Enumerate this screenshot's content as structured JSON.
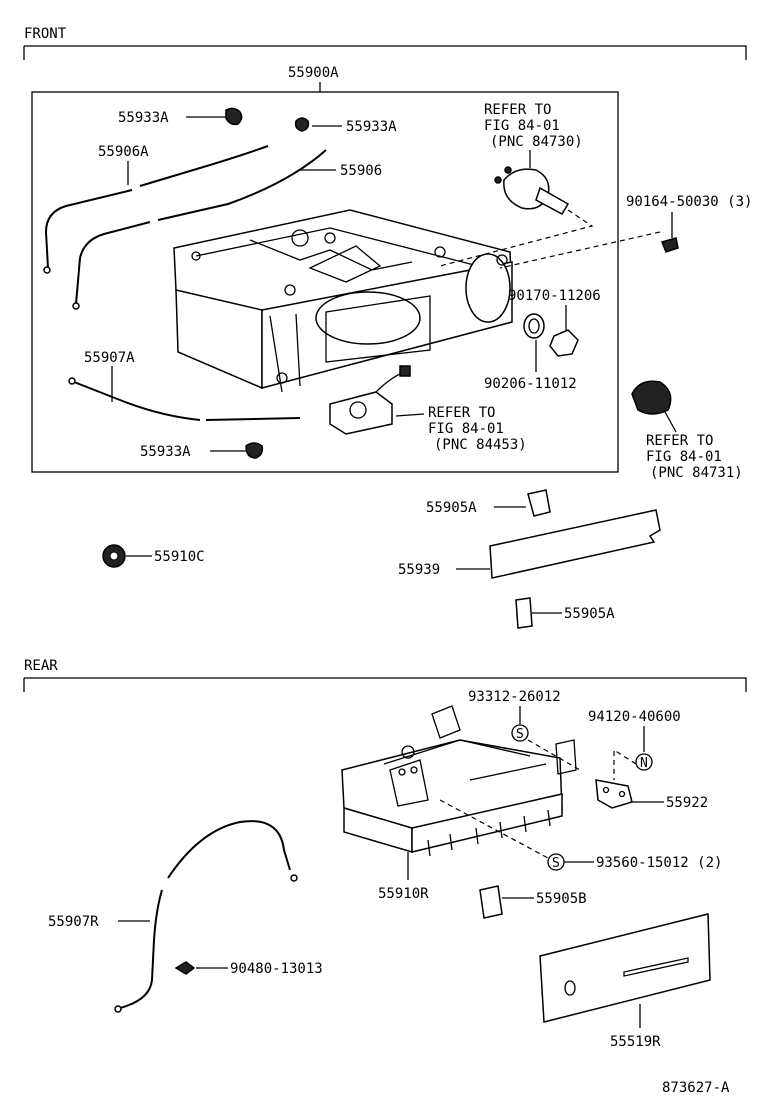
{
  "sections": {
    "front": "FRONT",
    "rear": "REAR"
  },
  "front": {
    "assembly": "55900A",
    "clip_1": "55933A",
    "clip_2": "55933A",
    "clip_3": "55933A",
    "cable_a": "55906A",
    "cable_b": "55906",
    "cable_c": "55907A",
    "refer_switch": [
      "REFER TO",
      "FIG 84-01",
      "(PNC 84730)"
    ],
    "screw": "90164-50030 (3)",
    "nut": "90170-11206",
    "washer": "90206-11012",
    "refer_motor": [
      "REFER TO",
      "FIG 84-01",
      "(PNC 84453)"
    ],
    "refer_knob": [
      "REFER TO",
      "FIG 84-01",
      "(PNC 84731)"
    ],
    "knob_a_top": "55905A",
    "panel": "55939",
    "knob_a_bottom": "55905A",
    "grommet": "55910C"
  },
  "rear": {
    "screw_s1": "93312-26012",
    "nut_n": "94120-40600",
    "bracket": "55922",
    "screw_s2": "93560-15012 (2)",
    "control": "55910R",
    "knob_b": "55905B",
    "cable_r": "55907R",
    "clamp": "90480-13013",
    "plate": "55519R",
    "s_symbol": "S",
    "n_symbol": "N"
  },
  "footer": {
    "code": "873627-A"
  }
}
